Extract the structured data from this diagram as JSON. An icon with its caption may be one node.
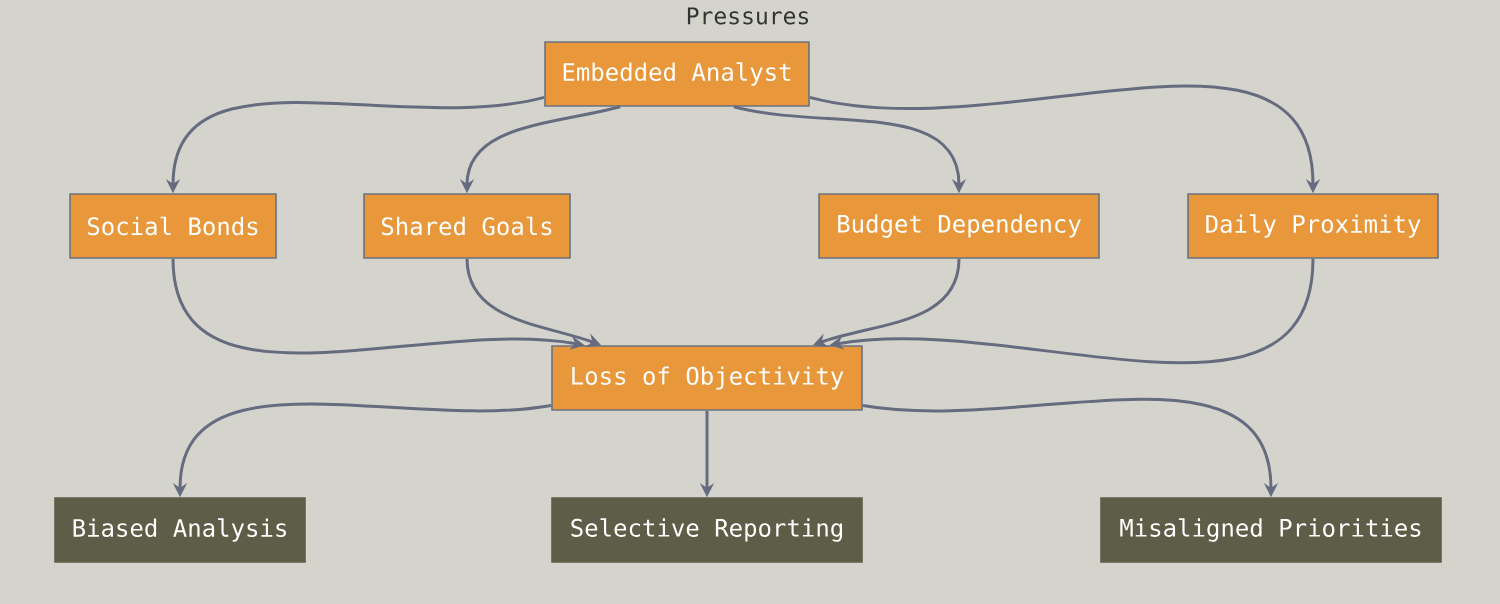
{
  "diagram": {
    "title": "Pressures",
    "nodes": [
      {
        "text": [
          "Embedded Analyst"
        ]
      },
      {
        "text": [
          "Social Bonds"
        ]
      },
      {
        "text": [
          "Shared Goals"
        ]
      },
      {
        "text": [
          "Budget Dependency"
        ]
      },
      {
        "text": [
          "Daily Proximity"
        ]
      },
      {
        "text": [
          "Loss of Objectivity"
        ]
      },
      {
        "text": [
          "Biased Analysis"
        ]
      },
      {
        "text": [
          "Selective Reporting"
        ]
      },
      {
        "text": [
          "Misaligned Priorities"
        ]
      }
    ],
    "edges": [
      {
        "from": 0,
        "to": 1,
        "arrow": "to"
      },
      {
        "from": 0,
        "to": 2,
        "arrow": "to"
      },
      {
        "from": 0,
        "to": 3,
        "arrow": "to"
      },
      {
        "from": 0,
        "to": 4,
        "arrow": "to"
      },
      {
        "from": 1,
        "to": 5,
        "arrow": "to"
      },
      {
        "from": 2,
        "to": 5,
        "arrow": "to"
      },
      {
        "from": 3,
        "to": 5,
        "arrow": "to"
      },
      {
        "from": 4,
        "to": 5,
        "arrow": "to"
      },
      {
        "from": 5,
        "to": 6,
        "arrow": "to"
      },
      {
        "from": 5,
        "to": 7,
        "arrow": "to"
      },
      {
        "from": 5,
        "to": 8,
        "arrow": "to"
      }
    ]
  }
}
